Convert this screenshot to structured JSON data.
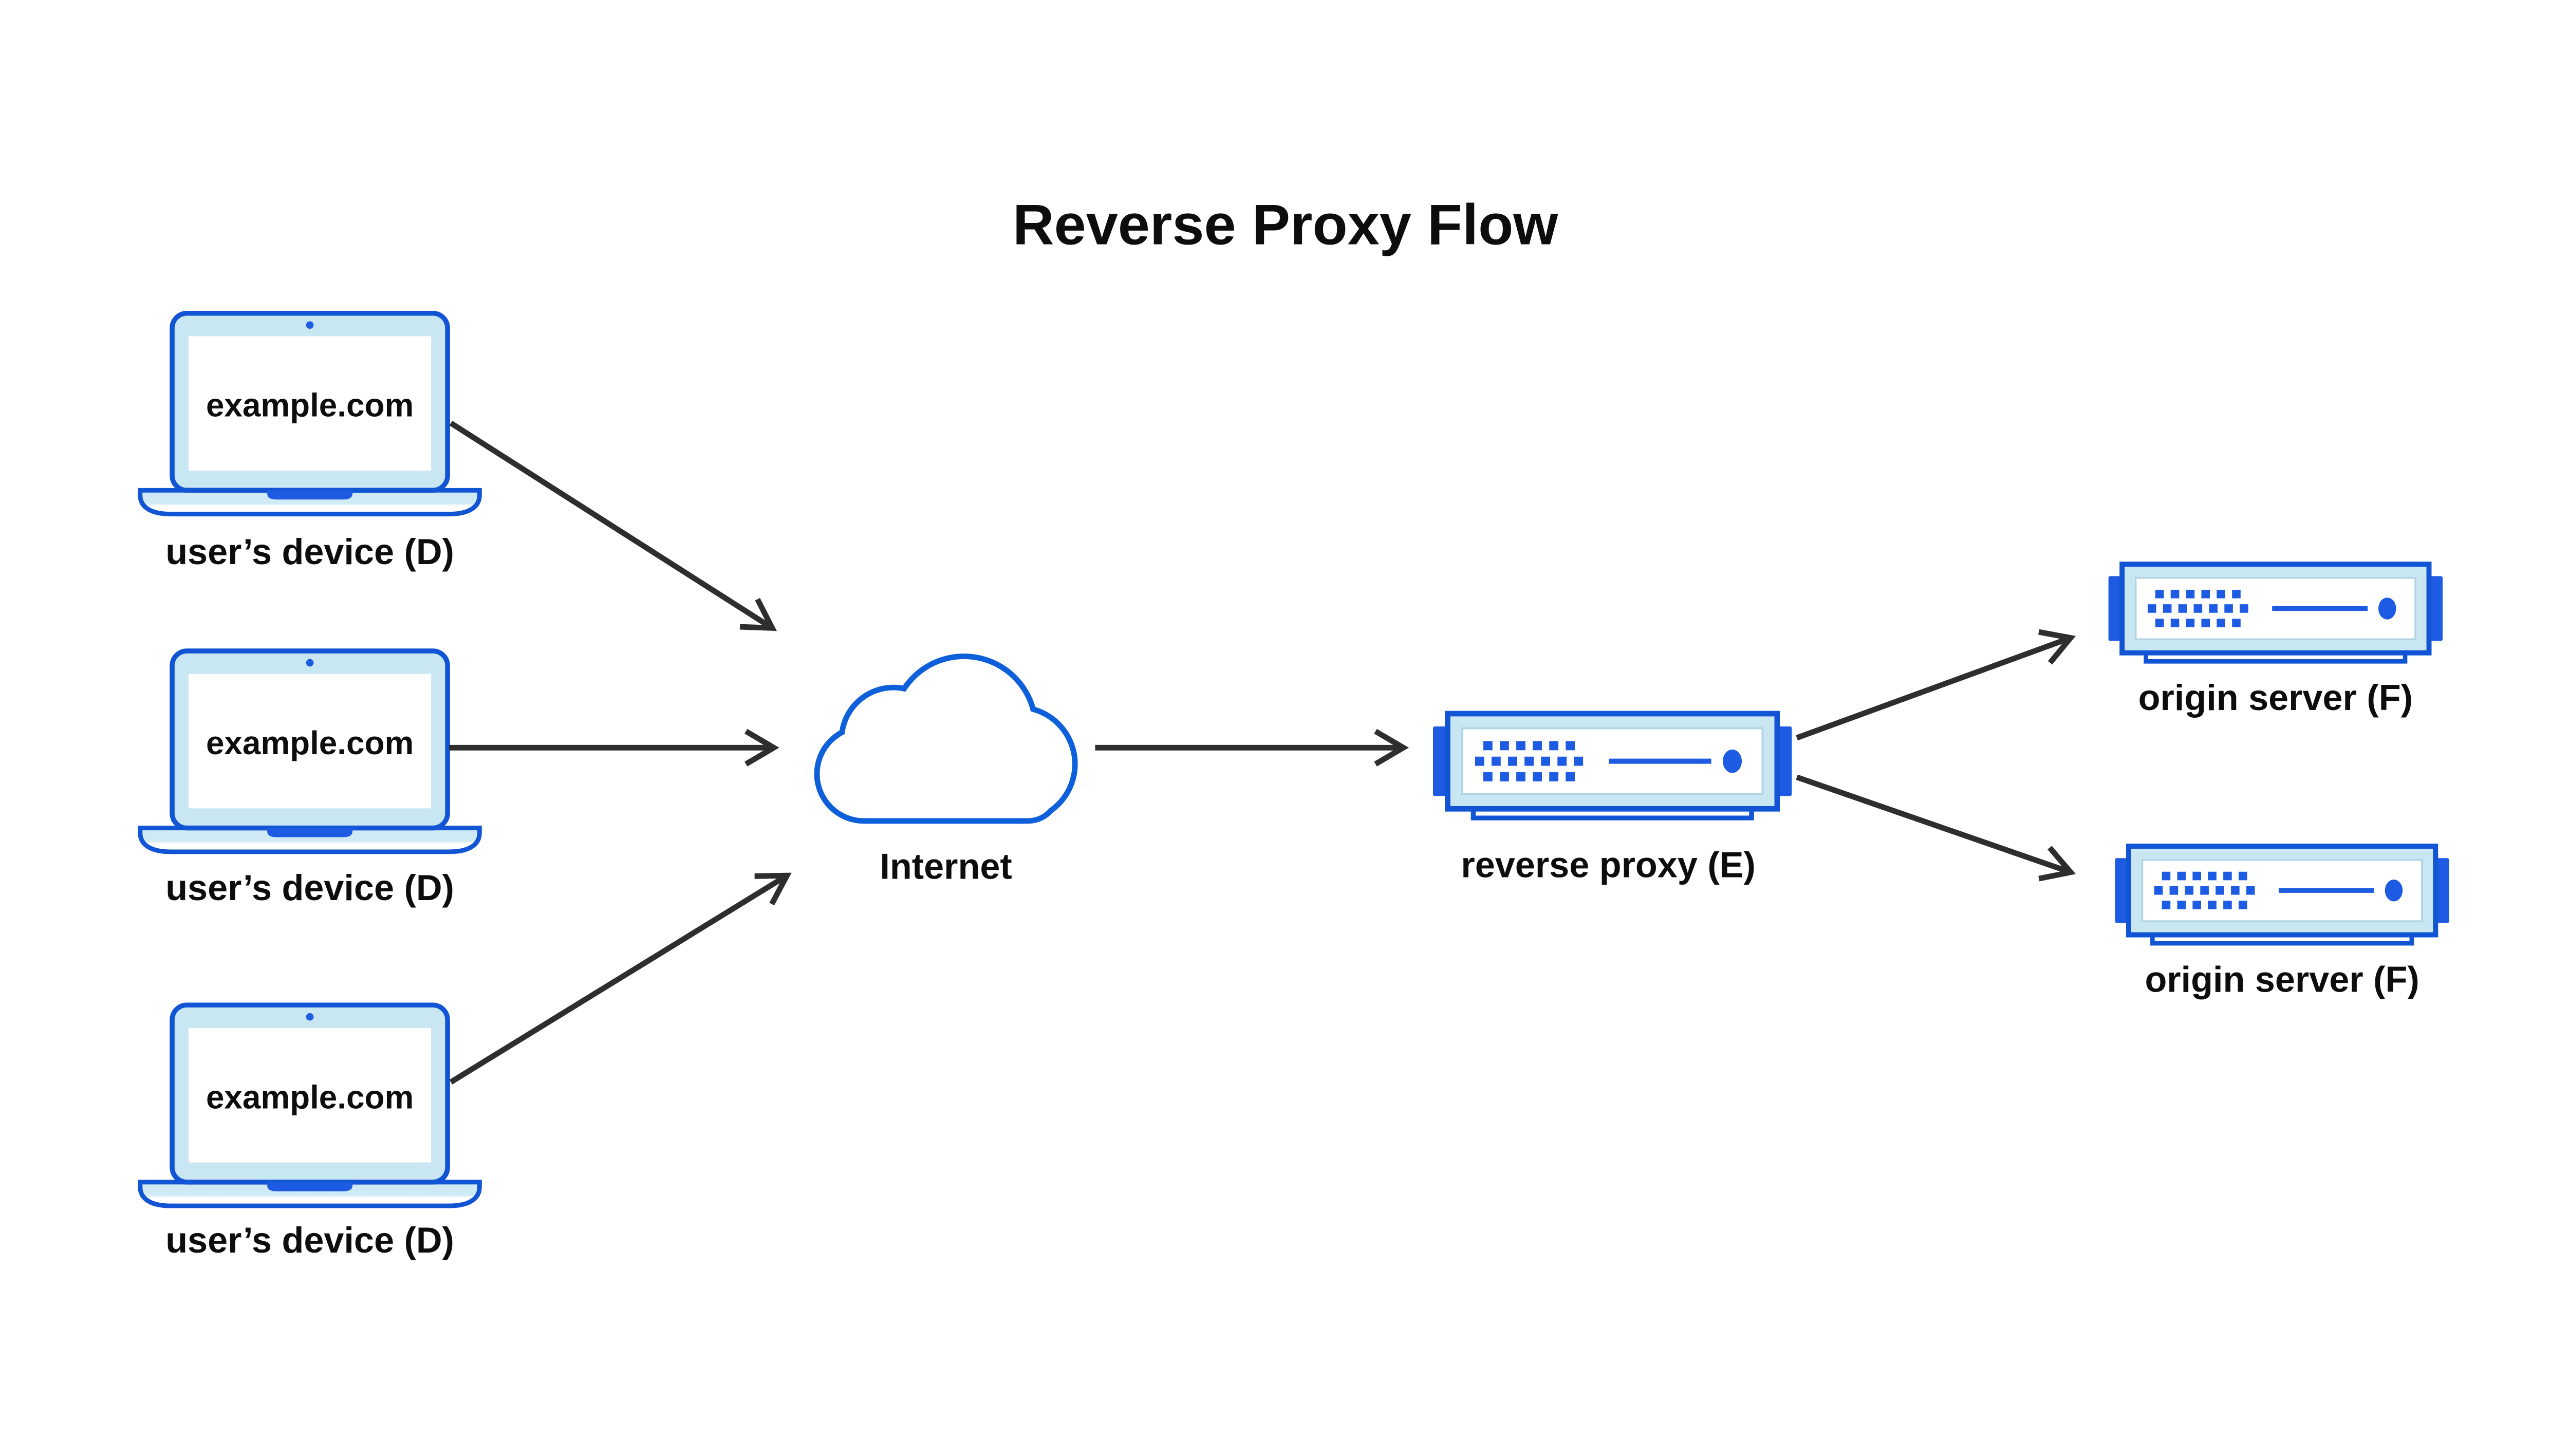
{
  "title": "Reverse Proxy Flow",
  "colors": {
    "border_blue": "#1155d4",
    "bright_blue": "#1d5be2",
    "cloud_blue": "#0e60da",
    "light_fill": "#c9e6f3",
    "base_fill": "#cfeaf5",
    "arrow": "#2e2e2e",
    "text": "#0d0d0d",
    "background": "#ffffff"
  },
  "nodes": {
    "devices": [
      {
        "id": "user-device-1",
        "icon": "laptop-icon",
        "screen": "example.com",
        "label": "user’s device (D)"
      },
      {
        "id": "user-device-2",
        "icon": "laptop-icon",
        "screen": "example.com",
        "label": "user’s device (D)"
      },
      {
        "id": "user-device-3",
        "icon": "laptop-icon",
        "screen": "example.com",
        "label": "user’s device (D)"
      }
    ],
    "internet": {
      "id": "internet",
      "icon": "cloud-icon",
      "label": "Internet"
    },
    "reverse_proxy": {
      "id": "reverse-proxy",
      "icon": "server-icon",
      "label": "reverse proxy (E)"
    },
    "origin_servers": [
      {
        "id": "origin-server-1",
        "icon": "server-icon",
        "label": "origin server (F)"
      },
      {
        "id": "origin-server-2",
        "icon": "server-icon",
        "label": "origin server (F)"
      }
    ]
  },
  "edges": [
    {
      "from": "user-device-1",
      "to": "internet",
      "style": "open-chevron-arrow"
    },
    {
      "from": "user-device-2",
      "to": "internet",
      "style": "open-chevron-arrow"
    },
    {
      "from": "user-device-3",
      "to": "internet",
      "style": "open-chevron-arrow"
    },
    {
      "from": "internet",
      "to": "reverse-proxy",
      "style": "open-chevron-arrow"
    },
    {
      "from": "reverse-proxy",
      "to": "origin-server-1",
      "style": "open-chevron-arrow"
    },
    {
      "from": "reverse-proxy",
      "to": "origin-server-2",
      "style": "open-chevron-arrow"
    }
  ]
}
